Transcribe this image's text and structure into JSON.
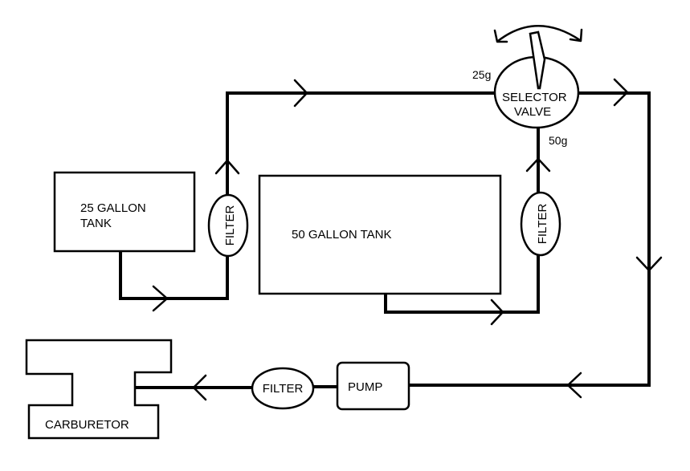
{
  "diagram": {
    "tank_25": {
      "line1": "25 GALLON",
      "line2": "TANK"
    },
    "tank_50": {
      "label": "50 GALLON TANK"
    },
    "filter_left": {
      "label": "FILTER"
    },
    "filter_right": {
      "label": "FILTER"
    },
    "filter_bottom": {
      "label": "FILTER"
    },
    "selector_valve": {
      "line1": "SELECTOR",
      "line2": "VALVE"
    },
    "port_25": {
      "label": "25g"
    },
    "port_50": {
      "label": "50g"
    },
    "pump": {
      "label": "PUMP"
    },
    "carburetor": {
      "label": "CARBURETOR"
    }
  }
}
